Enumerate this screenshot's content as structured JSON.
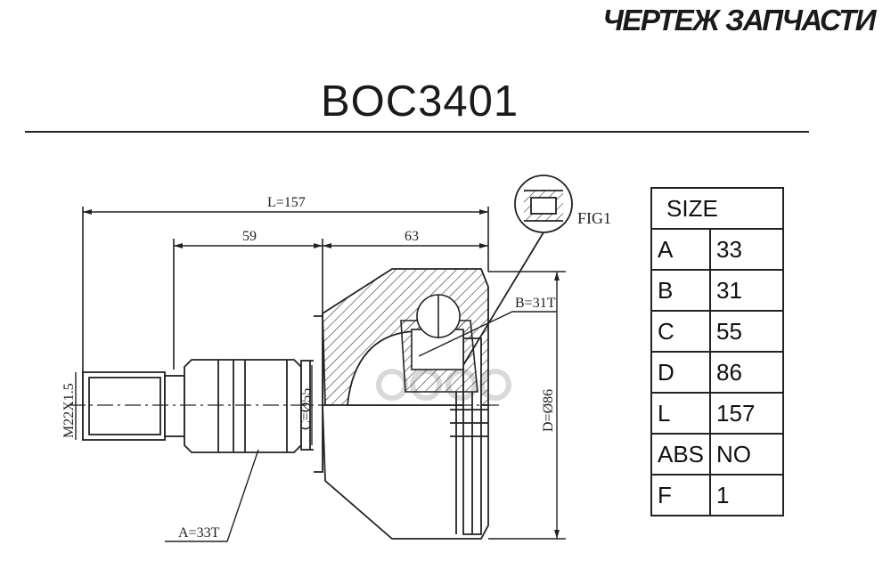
{
  "brand": "ЧЕРТЕЖ ЗАПЧАСТИ",
  "part_number": "BOC3401",
  "drawing": {
    "dim_L": "L=157",
    "dim_59": "59",
    "dim_63": "63",
    "fig": "FIG1",
    "dim_B": "B=31T",
    "dim_C": "C=Ø55",
    "dim_D": "D=Ø86",
    "dim_thread": "M22X1.5",
    "dim_A": "A=33T"
  },
  "spec_table": {
    "header": "SIZE",
    "rows": [
      {
        "key": "A",
        "value": "33"
      },
      {
        "key": "B",
        "value": "31"
      },
      {
        "key": "C",
        "value": "55"
      },
      {
        "key": "D",
        "value": "86"
      },
      {
        "key": "L",
        "value": "157"
      },
      {
        "key": "ABS",
        "value": "NO"
      },
      {
        "key": "F",
        "value": "1"
      }
    ]
  }
}
